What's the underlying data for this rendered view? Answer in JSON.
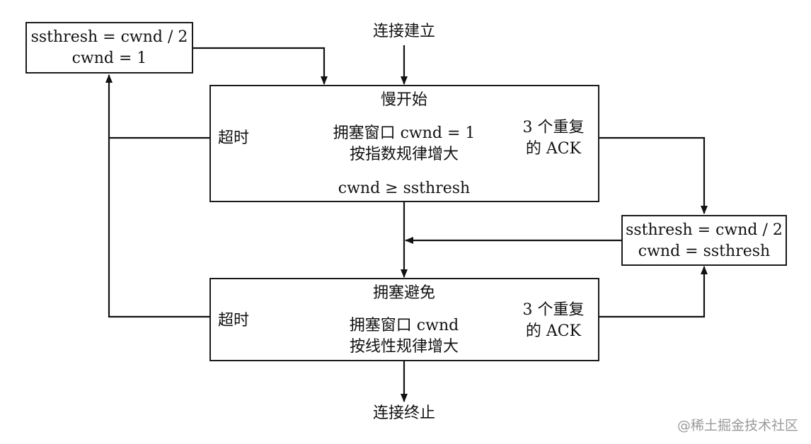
{
  "top_label": "连接建立",
  "bottom_label": "连接终止",
  "reset_box": {
    "line1": "ssthresh = cwnd / 2",
    "line2": "cwnd = 1"
  },
  "fast_box": {
    "line1": "ssthresh = cwnd / 2",
    "line2": "cwnd = ssthresh"
  },
  "slow_start": {
    "title": "慢开始",
    "desc_line1": "拥塞窗口 cwnd = 1",
    "desc_line2": "按指数规律增大",
    "exit_condition": "cwnd ≥ ssthresh",
    "timeout_label": "超时",
    "dup_ack_line1": "3 个重复",
    "dup_ack_line2": "的 ACK"
  },
  "congestion_avoidance": {
    "title": "拥塞避免",
    "desc_line1": "拥塞窗口 cwnd",
    "desc_line2": "按线性规律增大",
    "timeout_label": "超时",
    "dup_ack_line1": "3 个重复",
    "dup_ack_line2": "的 ACK"
  },
  "watermark": "@稀土掘金技术社区"
}
